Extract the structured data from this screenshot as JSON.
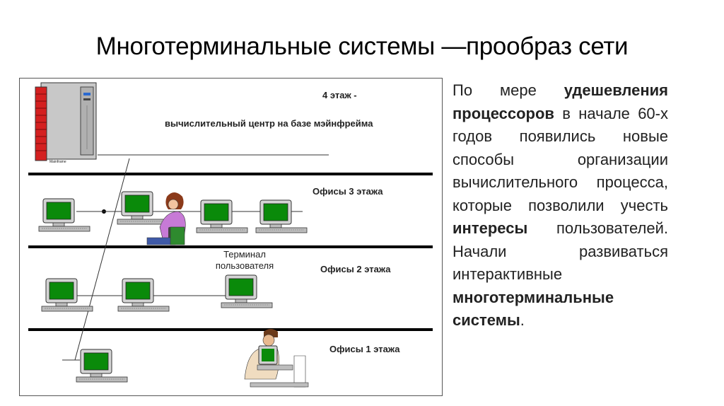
{
  "title": "Многотерминальные системы —прообраз сети",
  "diagram": {
    "floor4_title": "4 этаж -",
    "floor4_subtitle": "вычислительный центр на базе мэйнфрейма",
    "mainframe_tag": "Mainframe",
    "floor3": "Офисы 3 этажа",
    "floor2": "Офисы 2 этажа",
    "floor1": "Офисы 1 этажа",
    "terminal_label_line1": "Терминал",
    "terminal_label_line2": "пользователя"
  },
  "text": {
    "p1": "По мере ",
    "b1": "удешевления процессоров",
    "p2": " в начале 60-х годов появились новые способы организации вычислительного процесса, которые позволили учесть ",
    "b2": "интересы",
    "p3": " пользователей. Начали развиваться интерактивные ",
    "b3": "многотерминальные системы",
    "p4": "."
  },
  "colors": {
    "screen": "#0a8a0a",
    "monitor": "#cfcfcf",
    "mainframe_stripe": "#d42020",
    "floor_line": "#000000"
  }
}
